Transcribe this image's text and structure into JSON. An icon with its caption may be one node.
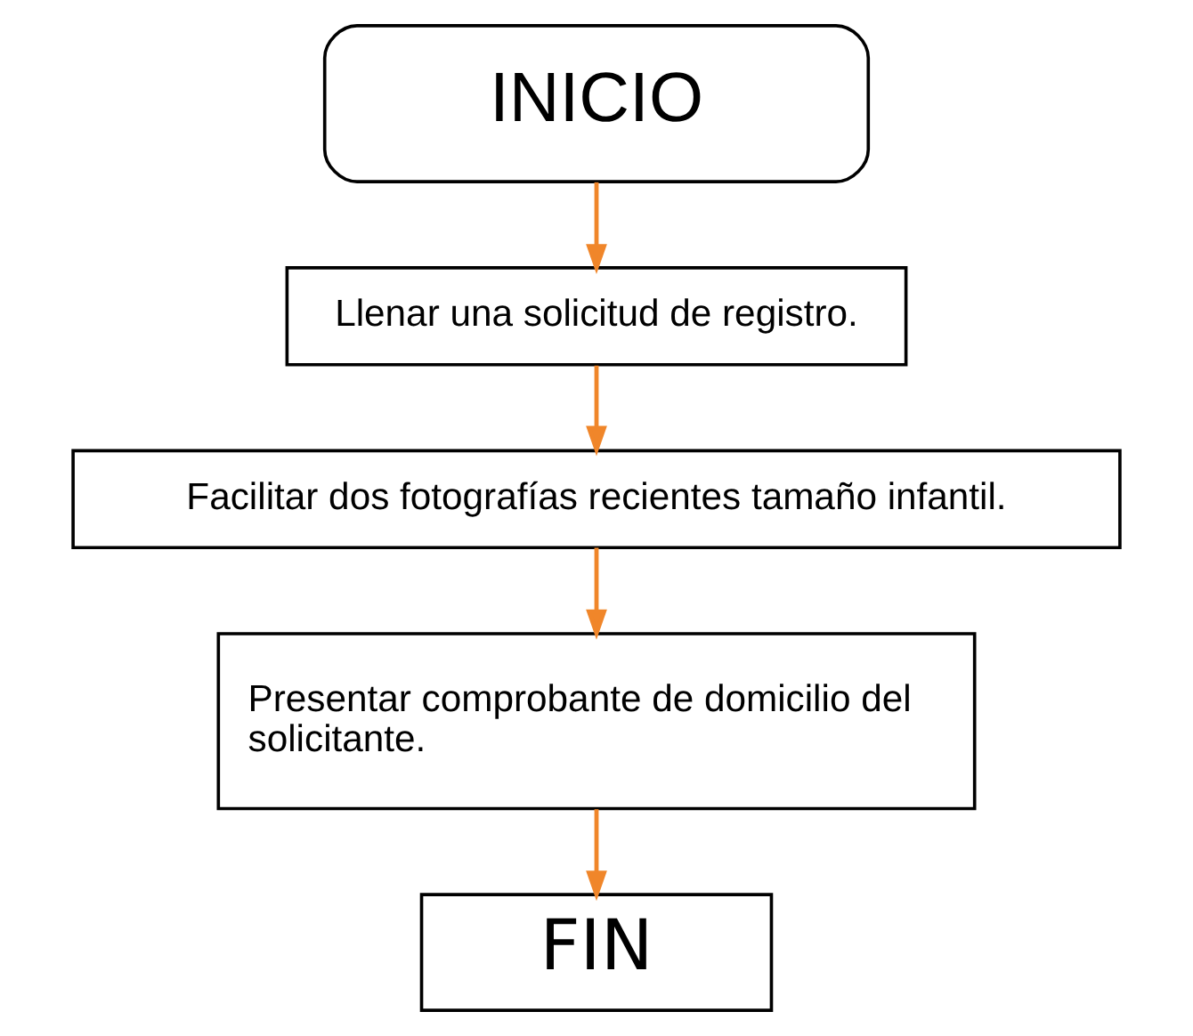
{
  "diagram": {
    "nodes": [
      {
        "text": [
          "INICIO"
        ]
      },
      {
        "text": [
          "Llenar una solicitud de registro."
        ]
      },
      {
        "text": [
          "Facilitar dos fotografías recientes tamaño infantil."
        ]
      },
      {
        "text": [
          "Presentar comprobante de domicilio del solicitante."
        ]
      },
      {
        "text": [
          "FIN"
        ]
      }
    ],
    "edges": [
      {
        "from": 0,
        "to": 1,
        "arrow": "to"
      },
      {
        "from": 1,
        "to": 2,
        "arrow": "to"
      },
      {
        "from": 2,
        "to": 3,
        "arrow": "to"
      },
      {
        "from": 3,
        "to": 4,
        "arrow": "to"
      }
    ]
  }
}
